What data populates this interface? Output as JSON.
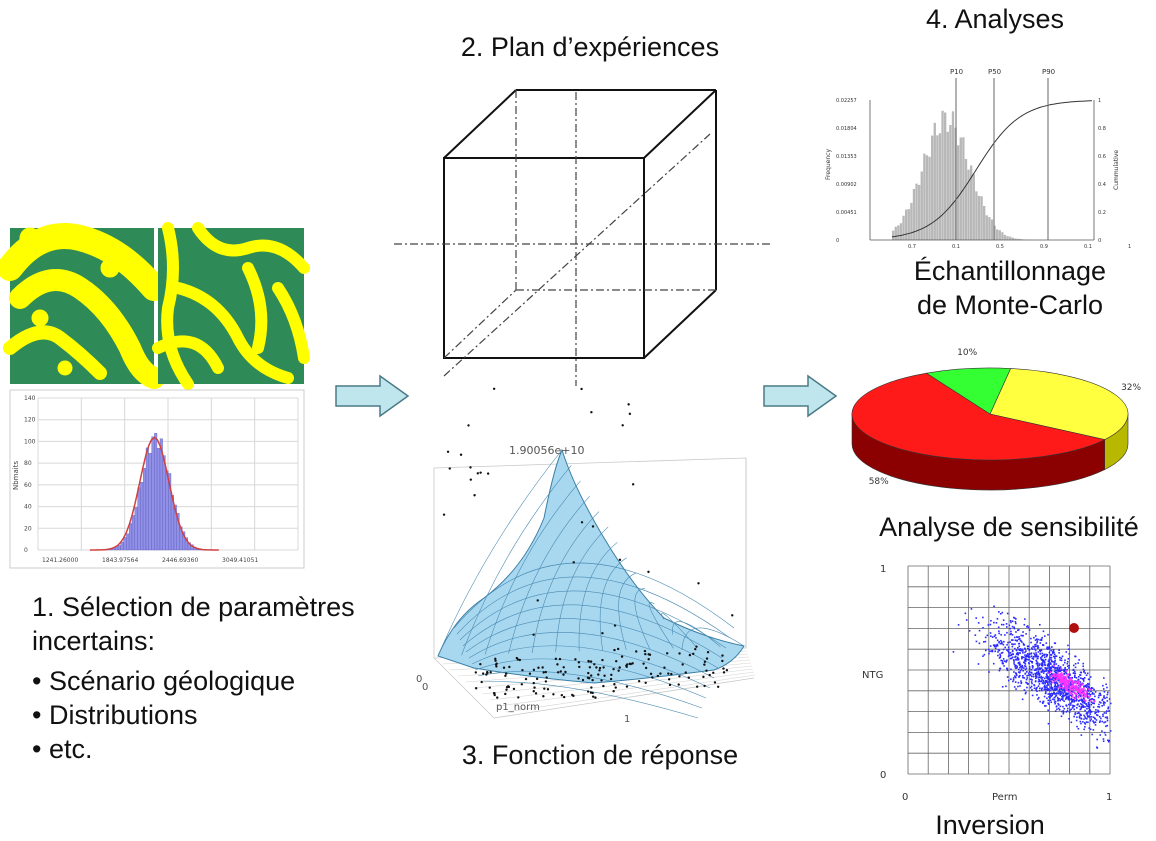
{
  "step1": {
    "title_line1": "1. Sélection de paramètres",
    "title_line2": "incertains:",
    "bullets": [
      "Scénario géologique",
      "Distributions",
      "etc."
    ],
    "histogram": {
      "ylabel": "Nbmaits",
      "yticks": [
        "0",
        "20",
        "40",
        "60",
        "80",
        "100",
        "120",
        "140"
      ],
      "xticks": [
        "1241.26000",
        "1843.97564",
        "2446.69360",
        "3049.41051"
      ],
      "bar_color": "#9090e8",
      "curve_color": "#d04040"
    },
    "map_colors": {
      "background": "#2e8b57",
      "channels": "#ffff00"
    }
  },
  "step2": {
    "title": "2. Plan d’expériences"
  },
  "step3": {
    "title": "3. Fonction de réponse",
    "surface_label": "1.90056e+10",
    "axis_label": "p1_norm",
    "tick_zero": "0",
    "tick_zero2": "0",
    "tick_one": "1",
    "surface_color": "#a8d8f0"
  },
  "step4": {
    "title": "4. Analyses",
    "monte_carlo_line1": "Échantillonnage",
    "monte_carlo_line2": "de Monte-Carlo",
    "sensitivity_title": "Analyse de sensibilité",
    "inversion_title": "Inversion",
    "mc_chart": {
      "markers": [
        "P10",
        "P50",
        "P90"
      ],
      "ylabel_left": "Frequency",
      "ylabel_right": "Cummulative",
      "yticks_left": [
        "0",
        "0.00451",
        "0.00902",
        "0.01353",
        "0.01804",
        "0.02257"
      ],
      "yticks_right": [
        "0",
        "0.2",
        "0.4",
        "0.6",
        "0.8",
        "1"
      ],
      "xticks": [
        "0.7",
        "0.1",
        "0.5",
        "0.9",
        "0.1",
        "1"
      ]
    },
    "pie": {
      "slices": [
        {
          "label": "32%",
          "value": 32,
          "color": "#ffff40",
          "side": "#b8b800"
        },
        {
          "label": "58%",
          "value": 58,
          "color": "#ff1a1a",
          "side": "#8b0000"
        },
        {
          "label": "10%",
          "value": 10,
          "color": "#33ff33",
          "side": "#1a8f1a"
        }
      ]
    },
    "inversion_plot": {
      "ylabel": "NTG",
      "xlabel": "Perm",
      "y_top": "1",
      "y_bottom": "0",
      "x_left": "0",
      "x_right": "1",
      "cloud_color": "#2b2bff",
      "core_color": "#ff33ff",
      "point_color": "#b01010"
    }
  }
}
